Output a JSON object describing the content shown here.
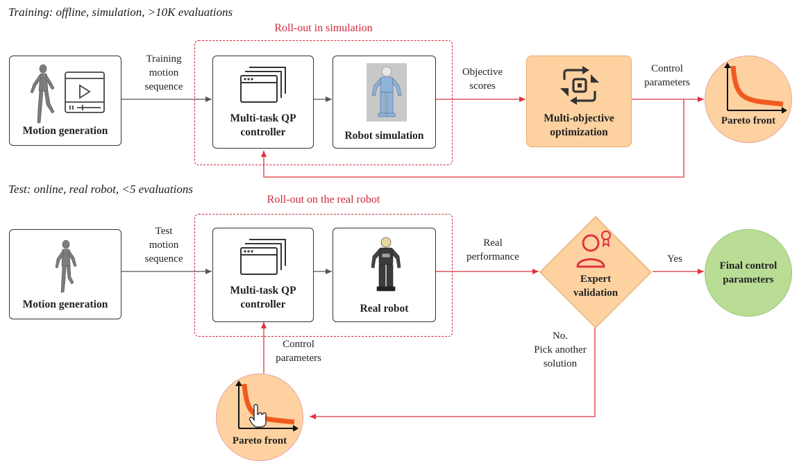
{
  "training": {
    "title": "Training: offline, simulation, >10K evaluations",
    "rollout_title": "Roll-out in simulation",
    "motion_generation": "Motion generation",
    "input_label": [
      "Training",
      "motion",
      "sequence"
    ],
    "qp_label": [
      "Multi-task QP",
      "controller"
    ],
    "robot_sim": "Robot simulation",
    "objective_label": [
      "Objective",
      "scores"
    ],
    "moo_label": [
      "Multi-objective",
      "optimization"
    ],
    "control_label": [
      "Control",
      "parameters"
    ],
    "pareto": "Pareto front"
  },
  "test": {
    "title": "Test: online, real robot, <5 evaluations",
    "rollout_title": "Roll-out on the real robot",
    "motion_generation": "Motion generation",
    "input_label": [
      "Test",
      "motion",
      "sequence"
    ],
    "qp_label": [
      "Multi-task QP",
      "controller"
    ],
    "real_robot": "Real robot",
    "performance_label": [
      "Real",
      "performance"
    ],
    "expert_label": [
      "Expert",
      "validation"
    ],
    "yes_label": "Yes",
    "no_label": [
      "No.",
      "Pick another",
      "solution"
    ],
    "final_label": [
      "Final control",
      "parameters"
    ],
    "control_label": [
      "Control",
      "parameters"
    ],
    "pareto": "Pareto front"
  },
  "colors": {
    "red_arrow": "#e0323c",
    "gray_arrow": "#555555",
    "orange_fill": "#fdd2a0",
    "green_fill": "#b9dd95",
    "curve": "#f05a1e"
  },
  "icons": [
    "humanoid-figure-icon",
    "video-player-icon",
    "window-stack-icon",
    "robot-sim-icon",
    "optimization-cycle-icon",
    "pareto-curve-icon",
    "expert-badge-icon",
    "hand-pointer-icon",
    "real-robot-icon"
  ]
}
